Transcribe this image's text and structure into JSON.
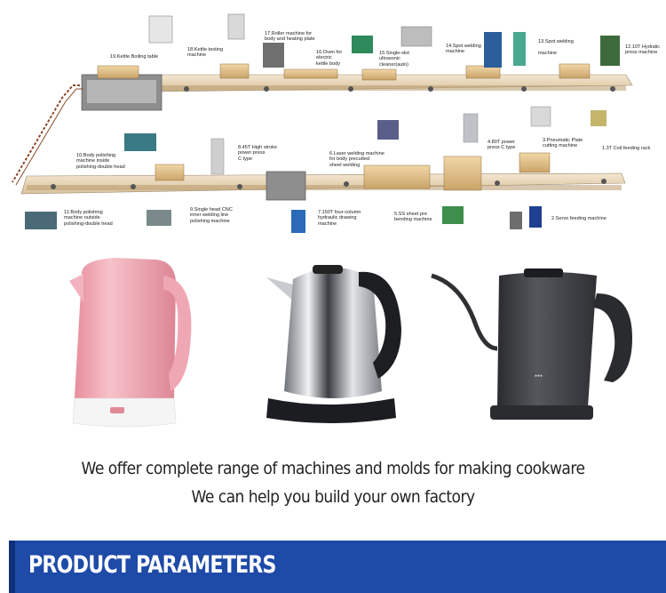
{
  "diagram": {
    "labels": [
      {
        "id": "l19",
        "text": "19.Kettle Boiling table"
      },
      {
        "id": "l18",
        "text": "18.Kettle testing\nmachine"
      },
      {
        "id": "l17",
        "text": "17.Roller machine for\nbody and heating plate"
      },
      {
        "id": "l16",
        "text": "16.Oven for\nelectric\nkettle body"
      },
      {
        "id": "l15",
        "text": "15.Single-slot\nultrasonic\ncleaner(auto)"
      },
      {
        "id": "l14",
        "text": "14.Spot welding\nmachine"
      },
      {
        "id": "l13",
        "text": "13.Spot welding\n\nmachine"
      },
      {
        "id": "l12",
        "text": "12.10T Hydralic\npress machine"
      },
      {
        "id": "l10",
        "text": "10.Body polishing\nmachine inside\npolishing-double head"
      },
      {
        "id": "l8",
        "text": "8.45T High stroke\npower press\nC type"
      },
      {
        "id": "l6",
        "text": "6.Laser welding machine\nfor body precutted\nsheet welding"
      },
      {
        "id": "l4",
        "text": "4.80T power\npress C type"
      },
      {
        "id": "l3",
        "text": "3.Pneumatic Plate\ncutting machine"
      },
      {
        "id": "l1",
        "text": "1.3T Coil feeding rack"
      },
      {
        "id": "l11",
        "text": "11.Body polishing\nmachine outside\npolishing-double head"
      },
      {
        "id": "l9",
        "text": "9.Single head CNC\ninner welding line\npolishing machine"
      },
      {
        "id": "l7",
        "text": "7.150T four-column\nhydraulic drawing\nmachine"
      },
      {
        "id": "l5",
        "text": "5.SS sheet pre\nbending machine"
      },
      {
        "id": "l2",
        "text": "2.Servo feeding machine"
      }
    ]
  },
  "products": [
    {
      "name": "pink-double-wall-kettle",
      "color": "#f2a9b4"
    },
    {
      "name": "stainless-steel-kettle",
      "color": "#c9ccd1"
    },
    {
      "name": "gooseneck-kettle",
      "color": "#3e3f43"
    }
  ],
  "tagline": {
    "line1": "We offer complete range of machines and molds for making cookware",
    "line2": "We can help you build your own factory"
  },
  "banner": {
    "title": "PRODUCT PARAMETERS"
  }
}
